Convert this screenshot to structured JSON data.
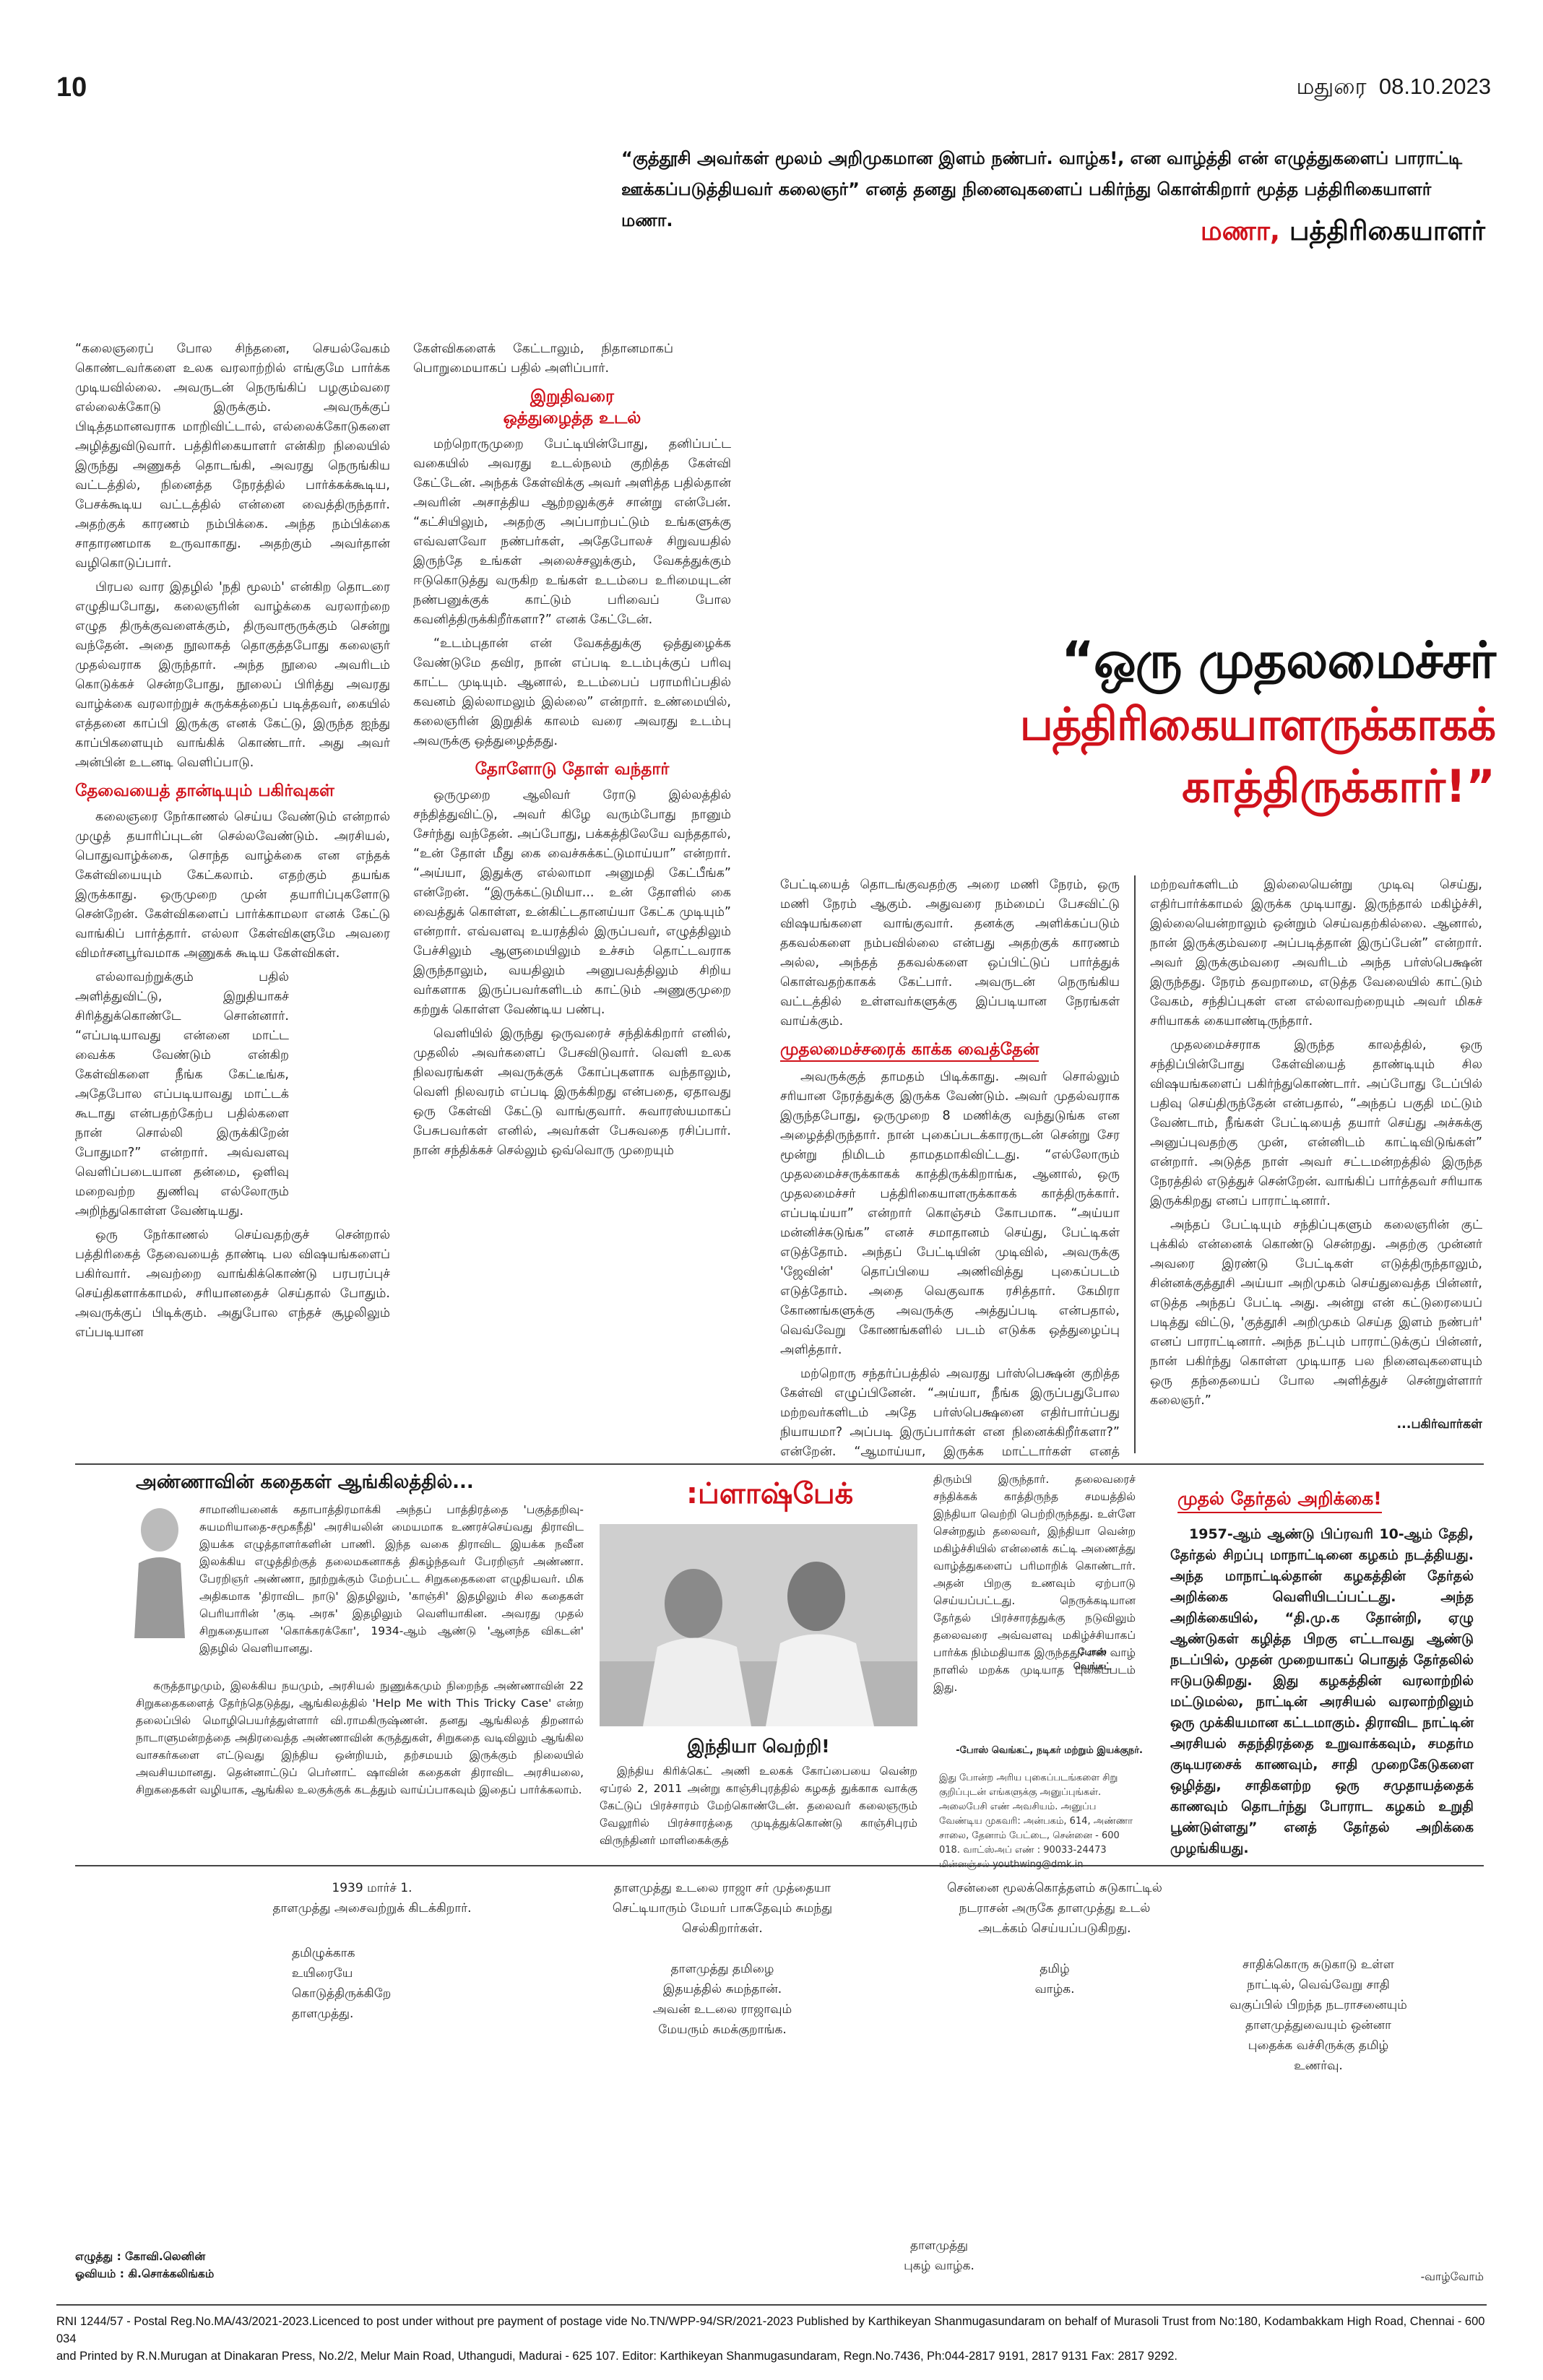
{
  "header": {
    "page_number": "10",
    "city_date": "மதுரை  08.10.2023"
  },
  "intro": {
    "quote": "“குத்தூசி அவர்கள் மூலம் அறிமுகமான இளம் நண்பர். வாழ்க!, என வாழ்த்தி என் எழுத்துகளைப் பாராட்டி ஊக்கப்படுத்தியவர் கலைஞர்” எனத் தனது நினைவுகளைப் பகிர்ந்து கொள்கிறார் மூத்த பத்திரிகையாளர் மணா.",
    "byline_name": "மணா,",
    "byline_role": "பத்திரிகையாளர்"
  },
  "headline": {
    "line1": "“ஒரு முதலமைச்சர்",
    "line2": "பத்திரிகையாளருக்காகக்",
    "line3": "காத்திருக்கார்!”"
  },
  "col1": {
    "p1": "“கலைஞரைப் போல சிந்தனை, செயல்வேகம் கொண்டவர்களை உலக வரலாற்றில் எங்குமே பார்க்க முடியவில்லை. அவருடன் நெருங்கிப் பழகும்வரை எல்லைக்கோடு இருக்கும். அவருக்குப் பிடித்தமானவராக மாறிவிட்டால், எல்லைக்கோடுகளை அழித்துவிடுவார். பத்திரிகையாளர் என்கிற நிலையில் இருந்து அணுகத் தொடங்கி, அவரது நெருங்கிய வட்டத்தில், நினைத்த நேரத்தில் பார்க்கக்கூடிய, பேசக்கூடிய வட்டத்தில் என்னை வைத்திருந்தார். அதற்குக் காரணம் நம்பிக்கை. அந்த நம்பிக்கை சாதாரணமாக உருவாகாது. அதற்கும் அவர்தான் வழிகொடுப்பார்.",
    "p2": "பிரபல வார இதழில் 'நதி மூலம்' என்கிற தொடரை எழுதியபோது, கலைஞரின் வாழ்க்கை வரலாற்றை எழுத திருக்குவளைக்கும், திருவாரூருக்கும் சென்று வந்தேன். அதை நூலாகத் தொகுத்தபோது கலைஞர் முதல்வராக இருந்தார். அந்த நூலை அவரிடம் கொடுக்கச் சென்றபோது, நூலைப் பிரித்து அவரது வாழ்க்கை வரலாற்றுச் சுருக்கத்தைப் படித்தவர், கையில் எத்தனை காப்பி இருக்கு எனக் கேட்டு, இருந்த ஐந்து காப்பிகளையும் வாங்கிக் கொண்டார். அது அவர் அன்பின் உடனடி வெளிப்பாடு.",
    "h1": "தேவையைத் தான்டியும் பகிர்வுகள்",
    "p3": "கலைஞரை நேர்காணல் செய்ய வேண்டும் என்றால் முழுத் தயாரிப்புடன் செல்லவேண்டும். அரசியல், பொதுவாழ்க்கை, சொந்த வாழ்க்கை என எந்தக் கேள்வியையும் கேட்கலாம். எதற்கும் தயங்க இருக்காது. ஒருமுறை முன் தயாரிப்புகளோடு சென்றேன். கேள்விகளைப் பார்க்காமலா எனக் கேட்டு வாங்கிப் பார்த்தார். எல்லா கேள்விகளுமே அவரை விமர்சனபூர்வமாக அணுகக் கூடிய கேள்விகள்.",
    "p4": "எல்லாவற்றுக்கும் பதில் அளித்துவிட்டு, இறுதியாகச் சிரித்துக்கொண்டே சொன்னார். “எப்படியாவது என்னை மாட்ட வைக்க வேண்டும் என்கிற கேள்விகளை நீங்க கேட்டீங்க, அதேபோல எப்படியாவது மாட்டக் கூடாது என்பதற்கேற்ப பதில்களை நான் சொல்லி இருக்கிறேன் போதுமா?” என்றார். அவ்வளவு வெளிப்படையான தன்மை, ஒளிவு மறைவற்ற துணிவு எல்லோரும் அறிந்துகொள்ள வேண்டியது.",
    "p5": "ஒரு நேர்காணல் செய்வதற்குச் சென்றால் பத்திரிகைத் தேவையைத் தாண்டி பல விஷயங்களைப் பகிர்வார். அவற்றை வாங்கிக்கொண்டு பரபரப்புச் செய்திகளாக்காமல், சரியானதைச் செய்தால் போதும். அவருக்குப் பிடிக்கும். அதுபோல எந்தச் சூழலிலும் எப்படியான"
  },
  "col2": {
    "p1": "கேள்விகளைக் கேட்டாலும், நிதானமாகப் பொறுமையாகப் பதில் அளிப்பார்.",
    "h1a": "இறுதிவரை",
    "h1b": "ஒத்துழைத்த உடல்",
    "p2": "மற்றொருமுறை பேட்டியின்போது, தனிப்பட்ட வகையில் அவரது உடல்நலம் குறித்த கேள்வி கேட்டேன். அந்தக் கேள்விக்கு அவர் அளித்த பதில்தான் அவரின் அசாத்திய ஆற்றலுக்குச் சான்று என்பேன். “கட்சியிலும், அதற்கு அப்பாற்பட்டும் உங்களுக்கு எவ்வளவோ நண்பர்கள், அதேபோலச் சிறுவயதில் இருந்தே உங்கள் அலைச்சலுக்கும், வேகத்துக்கும் ஈடுகொடுத்து வருகிற உங்கள் உடம்பை உரிமையுடன் நண்பனுக்குக் காட்டும் பரிவைப் போல கவனித்திருக்கிறீர்களா?” எனக் கேட்டேன்.",
    "p3": "“உடம்புதான் என் வேகத்துக்கு ஒத்துழைக்க வேண்டுமே தவிர, நான் எப்படி உடம்புக்குப் பரிவு காட்ட முடியும். ஆனால், உடம்பைப் பராமரிப்பதில் கவனம் இல்லாமலும் இல்லை” என்றார். உண்மையில், கலைஞரின் இறுதிக் காலம் வரை அவரது உடம்பு அவருக்கு ஒத்துழைத்தது.",
    "h2": "தோளோடு தோள் வந்தார்",
    "p4": "ஒருமுறை ஆலிவர் ரோடு இல்லத்தில் சந்தித்துவிட்டு, அவர் கிழே வரும்போது நானும் சேர்ந்து வந்தேன். அப்போது, பக்கத்திலேயே வந்ததால், “உன் தோள் மீது கை வைச்சுக்கட்டுமாய்யா” என்றார். “அய்யா, இதுக்கு எல்லாமா அனுமதி கேட்பீங்க” என்றேன். “இருக்கட்டுமியா... உன் தோளில் கை வைத்துக் கொள்ள, உன்கிட்டதானய்யா கேட்க முடியும்” என்றார். எவ்வளவு உயரத்தில் இருப்பவர், எழுத்திலும் பேச்சிலும் ஆளுமையிலும் உச்சம் தொட்டவராக இருந்தாலும், வயதிலும் அனுபவத்திலும் சிறிய வர்களாக இருப்பவர்களிடம் காட்டும் அணுகுமுறை கற்றுக் கொள்ள வேண்டிய பண்பு.",
    "p5": "வெளியில் இருந்து ஒருவரைச் சந்திக்கிறார் எனில், முதலில் அவர்களைப் பேசவிடுவார். வெளி உலக நிலவரங்கள் அவருக்குக் கோப்புகளாக வந்தாலும், வெளி நிலவரம் எப்படி இருக்கிறது என்பதை, ஏதாவது ஒரு கேள்வி கேட்டு வாங்குவார். சுவாரஸ்யமாகப் பேசுபவர்கள் எனில், அவர்கள் பேசுவதை ரசிப்பார். நான் சந்திக்கச் செல்லும் ஒவ்வொரு முறையும்"
  },
  "col3": {
    "p1": "பேட்டியைத் தொடங்குவதற்கு அரை மணி நேரம், ஒரு மணி நேரம் ஆகும். அதுவரை நம்மைப் பேசவிட்டு விஷயங்களை வாங்குவார். தனக்கு அளிக்கப்படும் தகவல்களை நம்பவில்லை என்பது அதற்குக் காரணம் அல்ல, அந்தத் தகவல்களை ஒப்பிட்டுப் பார்த்துக் கொள்வதற்காகக் கேட்பார். அவருடன் நெருங்கிய வட்டத்தில் உள்ளவர்களுக்கு இப்படியான நேரங்கள் வாய்க்கும்.",
    "h1": "முதலமைச்சரைக் காக்க வைத்தேன்",
    "p2": "அவருக்குத் தாமதம் பிடிக்காது. அவர் சொல்லும் சரியான நேரத்துக்கு இருக்க வேண்டும். அவர் முதல்வராக இருந்தபோது, ஒருமுறை 8 மணிக்கு வந்துடுங்க என அழைத்திருந்தார். நான் புகைப்படக்காரருடன் சென்று சேர மூன்று நிமிடம் தாமதமாகிவிட்டது. “எல்லோரும் முதலமைச்சருக்காகக் காத்திருக்கிறாங்க, ஆனால், ஒரு முதலமைச்சர் பத்திரிகையாளருக்காகக் காத்திருக்கார். எப்படிய்யா” என்றார் கொஞ்சம் கோபமாக. “அய்யா மன்னிச்சுடுங்க” எனச் சமாதானம் செய்து, பேட்டிகள் எடுத்தோம். அந்தப் பேட்டியின் முடிவில், அவருக்கு 'ஜேவின்' தொப்பியை அணிவித்து புகைப்படம் எடுத்தோம். அதை வெகுவாக ரசித்தார். கேமிரா கோணங்களுக்கு அவருக்கு அத்துப்படி என்பதால், வெவ்வேறு கோணங்களில் படம் எடுக்க ஒத்துழைப்பு அளித்தார்.",
    "p3": "மற்றொரு சந்தர்ப்பத்தில் அவரது பர்ஸ்பெக்ஷன் குறித்த கேள்வி எழுப்பினேன். “அய்யா, நீங்க இருப்பதுபோல மற்றவர்களிடம் அதே பர்ஸ்பெக்ஷனை எதிர்பார்ப்பது நியாயமா? அப்படி இருப்பார்கள் என நினைக்கிறீர்களா?” என்றேன். “ஆமாய்யா, இருக்க மாட்டார்கள் எனத் தெரியும். நான் என் சிறு வயதில் இருந்தே பழகிக் கொண்ட விஷயம் என்னால் மாற்றிக் கொள்ள முடியாது."
  },
  "col4": {
    "p1": "மற்றவர்களிடம் இல்லையென்று முடிவு செய்து, எதிர்பார்க்காமல் இருக்க முடியாது. இருந்தால் மகிழ்ச்சி, இல்லையென்றாலும் ஒன்றும் செய்வதற்கில்லை. ஆனால், நான் இருக்கும்வரை அப்படித்தான் இருப்பேன்” என்றார். அவர் இருக்கும்வரை அவரிடம் அந்த பர்ஸ்பெக்ஷன் இருந்தது. நேரம் தவறாமை, எடுத்த வேலையில் காட்டும் வேகம், சந்திப்புகள் என எல்லாவற்றையும் அவர் மிகச் சரியாகக் கையாண்டிருந்தார்.",
    "p2": "முதலமைச்சராக இருந்த காலத்தில், ஒரு சந்திப்பின்போது கேள்வியைத் தாண்டியும் சில விஷயங்களைப் பகிர்ந்துகொண்டார். அப்போது டேப்பில் பதிவு செய்திருந்தேன் என்பதால், “அந்தப் பகுதி மட்டும் வேண்டாம், நீங்கள் பேட்டியைத் தயார் செய்து அச்சுக்கு அனுப்புவதற்கு முன், என்னிடம் காட்டிவிடுங்கள்” என்றார். அடுத்த நாள் அவர் சட்டமன்றத்தில் இருந்த நேரத்தில் எடுத்துச் சென்றேன். வாங்கிப் பார்த்தவர் சரியாக இருக்கிறது எனப் பாராட்டினார்.",
    "p3": "அந்தப் பேட்டியும் சந்திப்புகளும் கலைஞரின் குட் புக்கில் என்னைக் கொண்டு சென்றது. அதற்கு முன்னர் அவரை இரண்டு பேட்டிகள் எடுத்திருந்தாலும், சின்னக்குத்தூசி அய்யா அறிமுகம் செய்துவைத்த பின்னர், எடுத்த அந்தப் பேட்டி அது. அன்று என் கட்டுரையைப் படித்து விட்டு, 'குத்தூசி அறிமுகம் செய்த இளம் நண்பர்' எனப் பாராட்டினார். அந்த நட்பும் பாராட்டுக்குப் பின்னர், நான் பகிர்ந்து கொள்ள முடியாத பல நினைவுகளையும் ஒரு தந்தையைப் போல அளித்துச் சென்றுள்ளார் கலைஞர்.”",
    "sign": "...பகிர்வார்கள்"
  },
  "anna": {
    "title": "அண்ணாவின் கதைகள் ஆங்கிலத்தில்...",
    "p1": "சாமானியனைக் கதாபாத்திரமாக்கி அந்தப் பாத்திரத்தை 'பகுத்தறிவு-சுயமரியாதை-சமூகநீதி' அரசியலின் மையமாக உணரச்செய்வது திராவிட இயக்க எழுத்தாளர்களின் பாணி. இந்த வகை திராவிட இயக்க நவீன இலக்கிய எழுத்திற்குத் தலைமகனாகத் திகழ்ந்தவர் பேரறிஞர் அண்ணா. பேரறிஞர் அண்ணா, நூற்றுக்கும் மேற்பட்ட சிறுகதைகளை எழுதியவர். மிக அதிகமாக 'திராவிட நாடு' இதழிலும், 'காஞ்சி' இதழிலும் சில கதைகள் பெரியாரின் 'குடி அரசு' இதழிலும் வெளியாகின. அவரது முதல் சிறுகதையான 'கொக்கரக்கோ', 1934-ஆம் ஆண்டு 'ஆனந்த விகடன்' இதழில் வெளியானது.",
    "p2": "கருத்தாழமும், இலக்கிய நயமும், அரசியல் நுணுக்கமும் நிறைந்த அண்ணாவின் 22 சிறுகதைகளைத் தேர்ந்தெடுத்து, ஆங்கிலத்தில் 'Help Me with This Tricky Case' என்ற தலைப்பில் மொழிபெயர்த்துள்ளார் வி.ராமகிருஷ்ணன். தனது ஆங்கிலத் திறனால் நாடாளுமன்றத்தை அதிரவைத்த அண்ணாவின் கருத்துகள், சிறுகதை வடிவிலும் ஆங்கில வாசகர்களை எட்டுவது இந்திய ஒன்றியம், தற்சமயம் இருக்கும் நிலையில் அவசியமானது. தென்னாட்டுப் பெர்னாட் ஷாவின் கதைகள் திராவிட அரசியலை, சிறுகதைகள் வழியாக, ஆங்கில உலகுக்குக் கடத்தும் வாய்ப்பாகவும் இதைப் பார்க்கலாம்."
  },
  "flash": {
    "logo": ":ப்ளாஷ்பேக்"
  },
  "india": {
    "title": "இந்தியா வெற்றி!",
    "p1": "இந்திய கிரிக்கெட் அணி உலகக் கோப்பையை வென்ற ஏப்ரல் 2, 2011 அன்று காஞ்சிபுரத்தில் கழகத் துக்காக வாக்கு கேட்டுப் பிரச்சாரம் மேற்கொண்டேன். தலைவர் கலைஞரும் வேலூரில் பிரச்சாரத்தை முடித்துக்கொண்டு காஞ்சிபுரம் விருந்தினர் மாளிகைக்குத்",
    "p2": "திரும்பி இருந்தார். தலைவரைச் சந்திக்கக் காத்திருந்த சமயத்தில் இந்தியா வெற்றி பெற்றிருந்தது. உள்ளே சென்றதும் தலைவர், இந்தியா வென்ற மகிழ்ச்சியில் என்னைக் கட்டி அணைத்து வாழ்த்துகளைப் பரிமாறிக் கொண்டார். அதன் பிறகு உணவும் ஏற்பாடு செய்யப்பட்டது. நெருக்கடியான தேர்தல் பிரச்சாரத்துக்கு நடுவிலும் தலைவரை அவ்வளவு மகிழ்ச்சியாகப் பார்க்க நிம்மதியாக இருந்தது. என் வாழ் நாளில் மறக்க முடியாத புகைப்படம் இது.",
    "photo_label1": "போஸ்",
    "photo_label2": "வெங்கட்",
    "credit": "-போஸ் வெங்கட், நடிகர் மற்றும் இயக்குநர்.",
    "notice": "இது போன்ற அரிய புகைப்படங்களை சிறு குறிப்புடன் எங்களுக்கு அனுப்புங்கள். அலைபேசி எண் அவசியம். அனுப்ப வேண்டிய முகவரி: அன்பகம், 614, அண்ணா சாலை, தேனாம் பேட்டை, சென்னை - 600 018. வாட்ஸ்அப் எண் : 90033-24473 மின்னஞ்சல் youthwing@dmk.in"
  },
  "election": {
    "title": "முதல் தேர்தல் அறிக்கை!",
    "p1": "1957-ஆம் ஆண்டு பிப்ரவரி 10-ஆம் தேதி, தேர்தல் சிறப்பு மாநாட்டினை கழகம் நடத்தியது. அந்த மாநாட்டில்தான் கழகத்தின் தேர்தல் அறிக்கை வெளியிடப்பட்டது. அந்த அறிக்கையில், “தி.மு.க தோன்றி, ஏழு ஆண்டுகள் கழித்த பிறகு எட்டாவது ஆண்டு நடப்பில், முதன் முறையாகப் பொதுத் தேர்தலில் ஈடுபடுகிறது. இது கழகத்தின் வரலாற்றில் மட்டுமல்ல, நாட்டின் அரசியல் வரலாற்றிலும் ஒரு முக்கியமான கட்டமாகும். திராவிட நாட்டின் அரசியல் சுதந்திரத்தை உறுவாக்கவும், சமதர்ம குடியரசைக் காணவும், சாதி முறைகேடுகளை ஒழித்து, சாதிகளற்ற ஒரு சமுதாயத்தைக் காணவும் தொடர்ந்து போராட கழகம் உறுதி பூண்டுள்ளது” எனத் தேர்தல் அறிக்கை முழங்கியது."
  },
  "poems": {
    "a1": "1939 மார்ச் 1.",
    "a2": "தாளமுத்து அசைவற்றுக் கிடக்கிறார்.",
    "a3": "தமிழுக்காக",
    "a4": "உயிரையே",
    "a5": "கொடுத்திருக்கிறே",
    "a6": "தாளமுத்து.",
    "b1": "தாளமுத்து உடலை ராஜா சர் முத்தையா",
    "b2": "செட்டியாரும் மேயர் பாசுதேவும் சுமந்து",
    "b3": "செல்கிறார்கள்.",
    "b4": "தாளமுத்து தமிழை",
    "b5": "இதயத்தில் சுமந்தான்.",
    "b6": "அவன் உடலை ராஜாவும்",
    "b7": "மேயரும் சுமக்குறாங்க.",
    "c1": "சென்னை மூலக்கொத்தளம் சுடுகாட்டில்",
    "c2": "நடராசன் அருகே தாளமுத்து உடல்",
    "c3": "அடக்கம் செய்யப்படுகிறது.",
    "c4": "தமிழ்",
    "c5": "வாழ்க.",
    "d1": "சாதிக்கொரு சுடுகாடு உள்ள",
    "d2": "நாட்டில், வெவ்வேறு சாதி",
    "d3": "வகுப்பில் பிறந்த நடராசனையும்",
    "d4": "தாளமுத்துவையும் ஒன்னா",
    "d5": "புதைக்க வச்சிருக்கு தமிழ்",
    "d6": "உணர்வு.",
    "e1": "தாளமுத்து",
    "e2": "புகழ் வாழ்க.",
    "sign": "-வாழ்வோம்"
  },
  "credits": {
    "writer": "எழுத்து : கோவி.லெனின்",
    "artist": "ஓவியம் : கி.சொக்கலிங்கம்"
  },
  "imprint": {
    "line1": "RNI 1244/57 - Postal Reg.No.MA/43/2021-2023.Licenced to post under without pre payment of postage vide No.TN/WPP-94/SR/2021-2023 Published by Karthikeyan Shanmugasundaram on behalf of Murasoli Trust from No:180, Kodambakkam High Road, Chennai - 600 034",
    "line2": "and Printed by R.N.Murugan at Dinakaran Press, No.2/2, Melur Main Road, Uthangudi, Madurai - 625 107. Editor: Karthikeyan Shanmugasundaram, Regn.No.7436, Ph:044-2817 9191, 2817 9131 Fax: 2817 9292."
  },
  "colors": {
    "accent_red": "#d0121b",
    "text": "#1a1a1a"
  }
}
